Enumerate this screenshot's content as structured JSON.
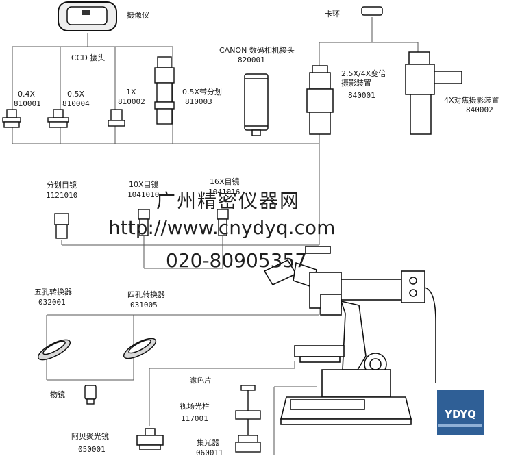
{
  "labels": {
    "camera": "摄像仪",
    "ccd": "CCD 接头",
    "adapter04": "0.4X",
    "adapter04_code": "810001",
    "adapter05": "0.5X",
    "adapter05_code": "810004",
    "adapter1x": "1X",
    "adapter1x_code": "810002",
    "adapter05div": "0.5X带分划",
    "adapter05div_code": "810003",
    "canon": "CANON 数码相机接头",
    "canon_code": "820001",
    "ring": "卡环",
    "zoom_line1": "2.5X/4X变倍",
    "zoom_line2": "摄影装置",
    "zoom_code": "840001",
    "focus": "4X对焦摄影装置",
    "focus_code": "840002",
    "reticle": "分划目镜",
    "reticle_code": "1121010",
    "ep10": "10X目镜",
    "ep10_code": "1041010",
    "ep16": "16X目镜",
    "ep16_code": "1041016",
    "nose5": "五孔转换器",
    "nose5_code": "032001",
    "nose4": "四孔转换器",
    "nose4_code": "031005",
    "objective": "物镜",
    "abbe": "阿贝聚光镜",
    "abbe_code": "050001",
    "filter": "滤色片",
    "field": "视场光栏",
    "field_code": "117001",
    "condenser": "集光器",
    "condenser_code": "060011"
  },
  "watermark": {
    "company": "广州精密仪器网",
    "url": "http://www.cnydyq.com",
    "phone": "020-80905357"
  },
  "logo": {
    "text": "YDYQ"
  },
  "colors": {
    "line": "#555555",
    "ink": "#111111",
    "logo_bg": "#2f5f96"
  }
}
